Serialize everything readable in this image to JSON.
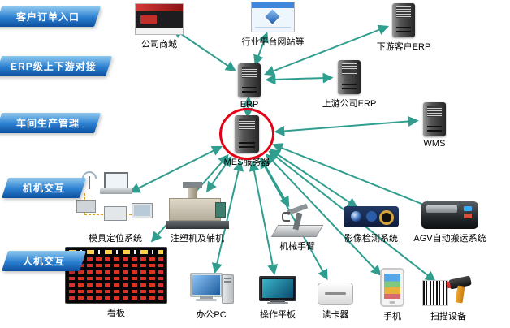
{
  "colors": {
    "arrow": "#2f9e8f",
    "highlight_ring": "#e60014",
    "banner_top": "#8ec9ef",
    "banner_bottom": "#0d4f9e"
  },
  "banners": [
    {
      "id": "customer-order-entry",
      "label": "客户订单入口"
    },
    {
      "id": "erp-updown-link",
      "label": "ERP级上下游对接"
    },
    {
      "id": "workshop-production",
      "label": "车间生产管理"
    },
    {
      "id": "machine-interaction",
      "label": "机机交互"
    },
    {
      "id": "human-interaction",
      "label": "人机交互"
    }
  ],
  "nodes": [
    {
      "id": "company-mall",
      "label": "公司商城",
      "icon": "website-red"
    },
    {
      "id": "industry-platform",
      "label": "行业平台网站等",
      "icon": "website-blue"
    },
    {
      "id": "downstream-erp",
      "label": "下游客户ERP",
      "icon": "server"
    },
    {
      "id": "erp",
      "label": "ERP",
      "icon": "server"
    },
    {
      "id": "upstream-erp",
      "label": "上游公司ERP",
      "icon": "server"
    },
    {
      "id": "mes",
      "label": "MES服务器",
      "icon": "server",
      "highlighted": true
    },
    {
      "id": "wms",
      "label": "WMS",
      "icon": "server"
    },
    {
      "id": "mold-positioning",
      "label": "模具定位系统",
      "icon": "rfid-cluster"
    },
    {
      "id": "injection-machine",
      "label": "注塑机及辅机",
      "icon": "injection-machine"
    },
    {
      "id": "robot-arm",
      "label": "机械手臂",
      "icon": "robot-arm"
    },
    {
      "id": "vision-inspection",
      "label": "影像检测系统",
      "icon": "camera-box"
    },
    {
      "id": "agv",
      "label": "AGV自动搬运系统",
      "icon": "agv"
    },
    {
      "id": "kanban",
      "label": "看板",
      "icon": "led-board"
    },
    {
      "id": "office-pc",
      "label": "办公PC",
      "icon": "desktop-pc"
    },
    {
      "id": "tablet",
      "label": "操作平板",
      "icon": "monitor"
    },
    {
      "id": "card-reader",
      "label": "读卡器",
      "icon": "reader-box"
    },
    {
      "id": "phone",
      "label": "手机",
      "icon": "smartphone"
    },
    {
      "id": "scanner",
      "label": "扫描设备",
      "icon": "barcode-scanner"
    }
  ],
  "connections": [
    {
      "from": "company-mall",
      "to": "erp"
    },
    {
      "from": "industry-platform",
      "to": "erp"
    },
    {
      "from": "downstream-erp",
      "to": "erp"
    },
    {
      "from": "upstream-erp",
      "to": "erp"
    },
    {
      "from": "erp",
      "to": "mes"
    },
    {
      "from": "mes",
      "to": "wms"
    },
    {
      "from": "mes",
      "to": "mold-positioning"
    },
    {
      "from": "mes",
      "to": "injection-machine"
    },
    {
      "from": "mes",
      "to": "robot-arm"
    },
    {
      "from": "mes",
      "to": "vision-inspection"
    },
    {
      "from": "mes",
      "to": "agv"
    },
    {
      "from": "mes",
      "to": "kanban"
    },
    {
      "from": "mes",
      "to": "office-pc"
    },
    {
      "from": "mes",
      "to": "tablet"
    },
    {
      "from": "mes",
      "to": "card-reader"
    },
    {
      "from": "mes",
      "to": "phone"
    },
    {
      "from": "mes",
      "to": "scanner"
    }
  ]
}
